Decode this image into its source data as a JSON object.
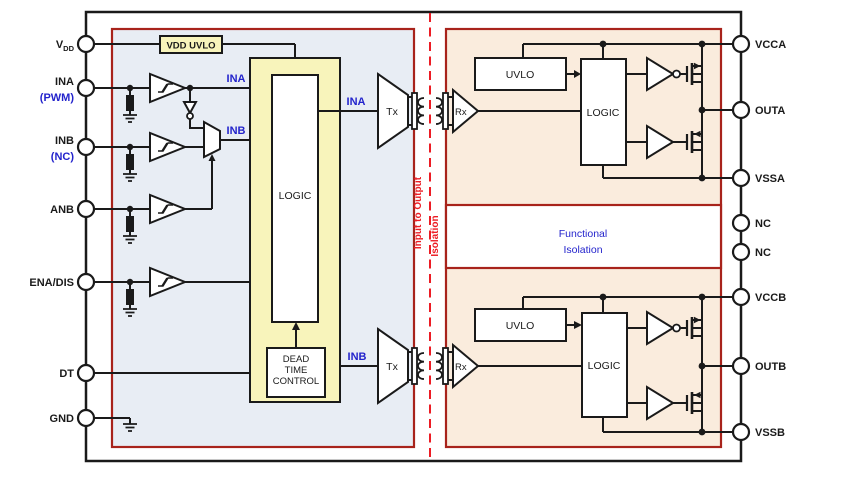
{
  "title": "Isolated dual-channel gate driver functional block diagram",
  "colors": {
    "region_input_fill": "#e8edf4",
    "region_output_fill": "#faecdd",
    "region_border_red": "#a8231b",
    "barrier_dash_red": "#ec1c24",
    "highlight_yellow": "#f8f4bb",
    "signal_blue": "#2323cc",
    "line_black": "#1a1a1a"
  },
  "pins": {
    "left": {
      "vdd": "V",
      "vdd_sub": "DD",
      "ina": "INA",
      "ina_note": "(PWM)",
      "inb": "INB",
      "inb_note": "(NC)",
      "anb": "ANB",
      "ena_dis": "ENA/DIS",
      "dt": "DT",
      "gnd": "GND"
    },
    "right": {
      "vcca": "VCCA",
      "outa": "OUTA",
      "vssa": "VSSA",
      "nc1": "NC",
      "nc2": "NC",
      "vccb": "VCCB",
      "outb": "OUTB",
      "vssb": "VSSB"
    }
  },
  "blocks": {
    "vdd_uvlo": "VDD UVLO",
    "logic": "LOGIC",
    "dead_time": [
      "DEAD",
      "TIME",
      "CONTROL"
    ],
    "tx": "Tx",
    "rx": "Rx",
    "uvlo": "UVLO"
  },
  "signals": {
    "ina": "INA",
    "inb": "INB"
  },
  "isolation": {
    "barrier_line1": "Input to Output",
    "barrier_line2": "Isolation",
    "functional_line1": "Functional",
    "functional_line2": "Isolation"
  }
}
